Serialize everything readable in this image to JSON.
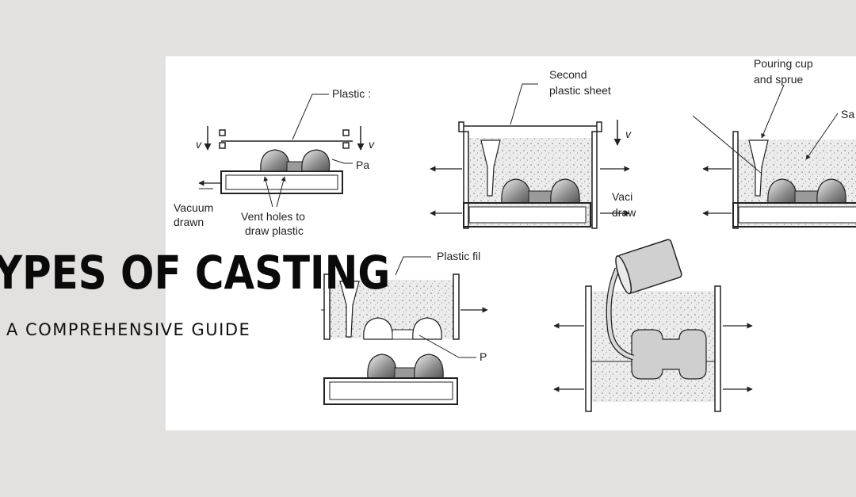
{
  "overlay": {
    "title": "YPES OF CASTING",
    "subtitle": "A COMPREHENSIVE GUIDE"
  },
  "diagram": {
    "step1": {
      "plastic_label": "Plastic :",
      "pattern_label": "Pa",
      "vacuum_label_1": "Vacuum",
      "vacuum_label_2": "drawn",
      "vent_label_1": "Vent holes to",
      "vent_label_2": "draw plastic",
      "v_left": "v",
      "v_right": "v"
    },
    "step2": {
      "sheet_label_1": "Second",
      "sheet_label_2": "plastic sheet",
      "vac_label_1": "Vaci",
      "vac_label_2": "draw",
      "v_right": "v"
    },
    "step3": {
      "cup_label_1": "Pouring cup",
      "cup_label_2": "and sprue",
      "sand_label": "Sa"
    },
    "step4": {
      "film_label": "Plastic fil",
      "pattern_label": "P"
    },
    "colors": {
      "panel": "#ffffff",
      "background": "#e3e0e0",
      "sand": "#e6e6e6",
      "pattern": "#9a9a9a",
      "outline": "#222222"
    }
  }
}
